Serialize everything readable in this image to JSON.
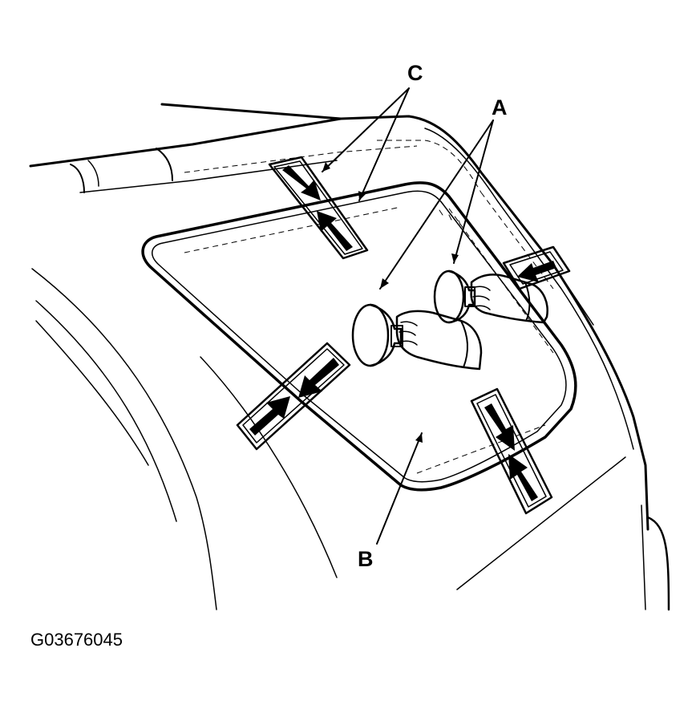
{
  "labels": {
    "a": "A",
    "b": "B",
    "c": "C"
  },
  "figure_code": "G03676045",
  "colors": {
    "ink": "#000000",
    "paper": "#ffffff"
  }
}
